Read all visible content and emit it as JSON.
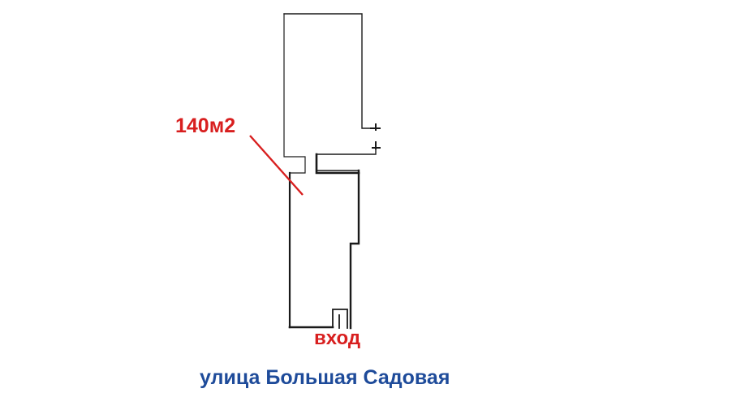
{
  "labels": {
    "area": "140м2",
    "entrance": "вход",
    "street": "улица Большая Садовая"
  },
  "colors": {
    "area": "#d81f1f",
    "entrance": "#d81f1f",
    "street": "#1e4b9a",
    "walls": "#1a1a1a",
    "leader_line": "#d81f1f"
  }
}
